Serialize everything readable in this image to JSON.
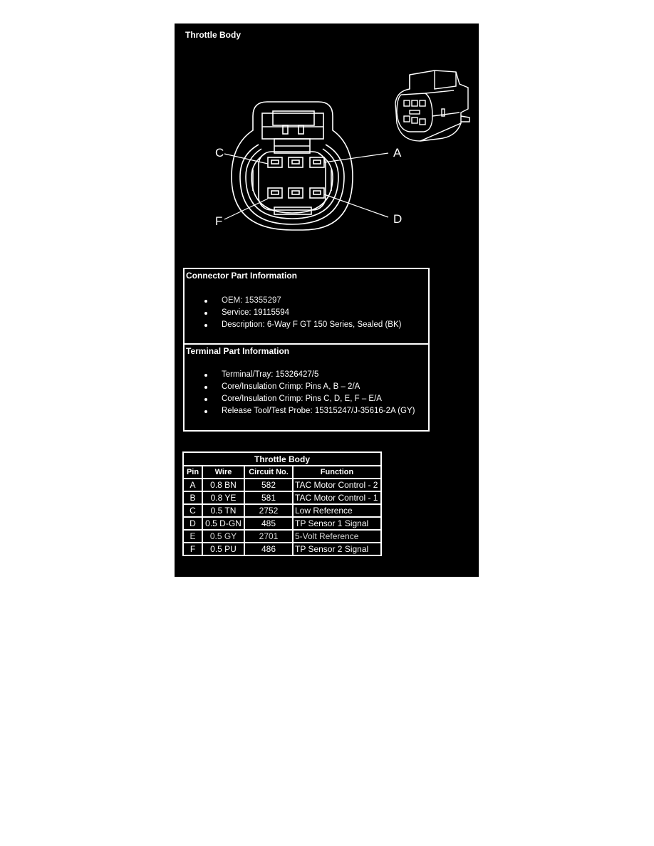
{
  "page": {
    "title": "Throttle Body"
  },
  "diagram": {
    "face_view_labels": [
      "C",
      "A",
      "F",
      "D"
    ],
    "icons": [
      "connector-face-view-icon",
      "connector-isometric-icon"
    ]
  },
  "connector_info": {
    "heading": "Connector Part Information",
    "items": [
      "OEM: 15355297",
      "Service: 19115594",
      "Description: 6-Way F GT 150 Series, Sealed (BK)"
    ]
  },
  "terminal_info": {
    "heading": "Terminal Part Information",
    "items": [
      "Terminal/Tray: 15326427/5",
      "Core/Insulation Crimp: Pins A, B – 2/A",
      "Core/Insulation Crimp: Pins C, D, E, F – E/A",
      "Release Tool/Test Probe: 15315247/J-35616-2A (GY)"
    ]
  },
  "pin_table": {
    "caption": "Throttle Body",
    "headers": [
      "Pin",
      "Wire",
      "Circuit No.",
      "Function"
    ],
    "rows": [
      {
        "pin": "A",
        "wire": "0.8 BN",
        "circuit": "582",
        "function": "TAC Motor Control - 2"
      },
      {
        "pin": "B",
        "wire": "0.8 YE",
        "circuit": "581",
        "function": "TAC Motor Control - 1"
      },
      {
        "pin": "C",
        "wire": "0.5 TN",
        "circuit": "2752",
        "function": "Low Reference"
      },
      {
        "pin": "D",
        "wire": "0.5 D-GN",
        "circuit": "485",
        "function": "TP Sensor 1 Signal"
      },
      {
        "pin": "E",
        "wire": "0.5 GY",
        "circuit": "2701",
        "function": "5-Volt Reference"
      },
      {
        "pin": "F",
        "wire": "0.5 PU",
        "circuit": "486",
        "function": "TP Sensor 2 Signal"
      }
    ]
  },
  "colors": {
    "background": "#000000",
    "foreground": "#ffffff",
    "page": "#ffffff"
  }
}
